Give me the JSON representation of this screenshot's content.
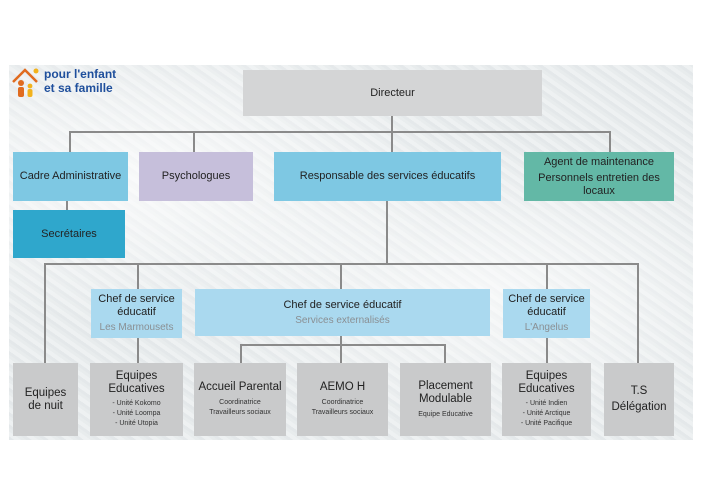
{
  "logo": {
    "text_line1": "pour l'enfant",
    "text_line2": "et sa famille"
  },
  "nodes": {
    "directeur": "Directeur",
    "cadre_admin": "Cadre Administrative",
    "psychologues": "Psychologues",
    "responsable": "Responsable des services éducatifs",
    "agent_line1": "Agent de maintenance",
    "agent_line2": "Personnels entretien des locaux",
    "secretaires": "Secrétaires",
    "chef_marmousets": {
      "title": "Chef de service éducatif",
      "subtitle": "Les Marmousets"
    },
    "chef_externalises": {
      "title": "Chef de service éducatif",
      "subtitle": "Services externalisés"
    },
    "chef_angelus": {
      "title": "Chef de service éducatif",
      "subtitle": "L'Angelus"
    },
    "equipes_nuit": "Equipes de nuit",
    "equipes_educatives_1": {
      "title": "Equipes Educatives",
      "items": [
        "- Unité Kokomo",
        "- Unité Loompa",
        "- Unité Utopia"
      ]
    },
    "accueil_parental": {
      "title": "Accueil Parental",
      "items": [
        "Coordinatrice",
        "Travailleurs sociaux"
      ]
    },
    "aemo": {
      "title": "AEMO H",
      "items": [
        "Coordinatrice",
        "Travailleurs sociaux"
      ]
    },
    "placement": {
      "title": "Placement Modulable",
      "items": [
        "Equipe Educative"
      ]
    },
    "equipes_educatives_2": {
      "title": "Equipes Educatives",
      "items": [
        "- Unité Indien",
        "- Unité Arctique",
        "- Unité Pacifique"
      ]
    },
    "ts_delegation": {
      "line1": "T.S",
      "line2": "Délégation"
    }
  }
}
